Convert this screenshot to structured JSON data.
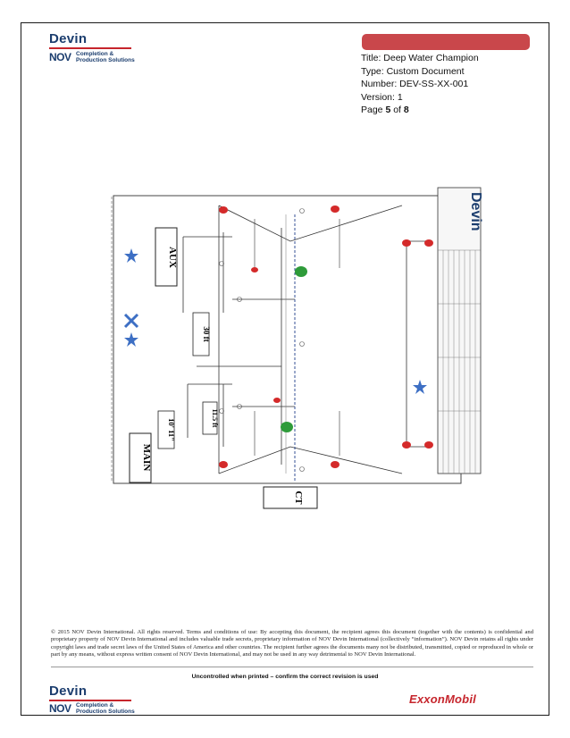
{
  "header": {
    "brand_name": "Devin",
    "nov_mark": "NOV",
    "division_line1": "Completion &",
    "division_line2": "Production Solutions"
  },
  "title_block": {
    "title": "Title: Deep Water Champion",
    "type": "Type: Custom Document",
    "number": "Number: DEV-SS-XX-001",
    "version": "Version: 1",
    "page_prefix": "Page ",
    "page_current": "5",
    "page_of": " of ",
    "page_total": "8"
  },
  "drawing": {
    "labels": {
      "aux": "AUX",
      "main": "MAIN",
      "ct": "CT",
      "dim_30ft": "30 ft",
      "dim_10_11": "10' 11\"",
      "dim_11_5": "11.5 ft",
      "devin_logo": "Devin"
    }
  },
  "footer": {
    "copyright": "© 2015 NOV Devin International. All rights reserved. Terms and conditions of use: By accepting this document, the recipient agrees this document (together with the contents) is confidential and proprietary property of NOV Devin International and includes valuable trade secrets, proprietary information of NOV Devin International (collectively “information”). NOV Devin retains all rights under copyright laws and trade secret laws of the United States of America and other countries. The recipient further agrees the documents many not be distributed, transmitted, copied or reproduced in whole or part by any means, without express written consent of NOV Devin International, and may not be used in any way detrimental to NOV Devin International.",
    "uncontrolled": "Uncontrolled when printed – confirm the correct revision is used",
    "client_logo": "ExxonMobil"
  },
  "colors": {
    "brand_blue": "#1b3d6e",
    "brand_red": "#c6252c",
    "banner_red": "#c9474b"
  }
}
